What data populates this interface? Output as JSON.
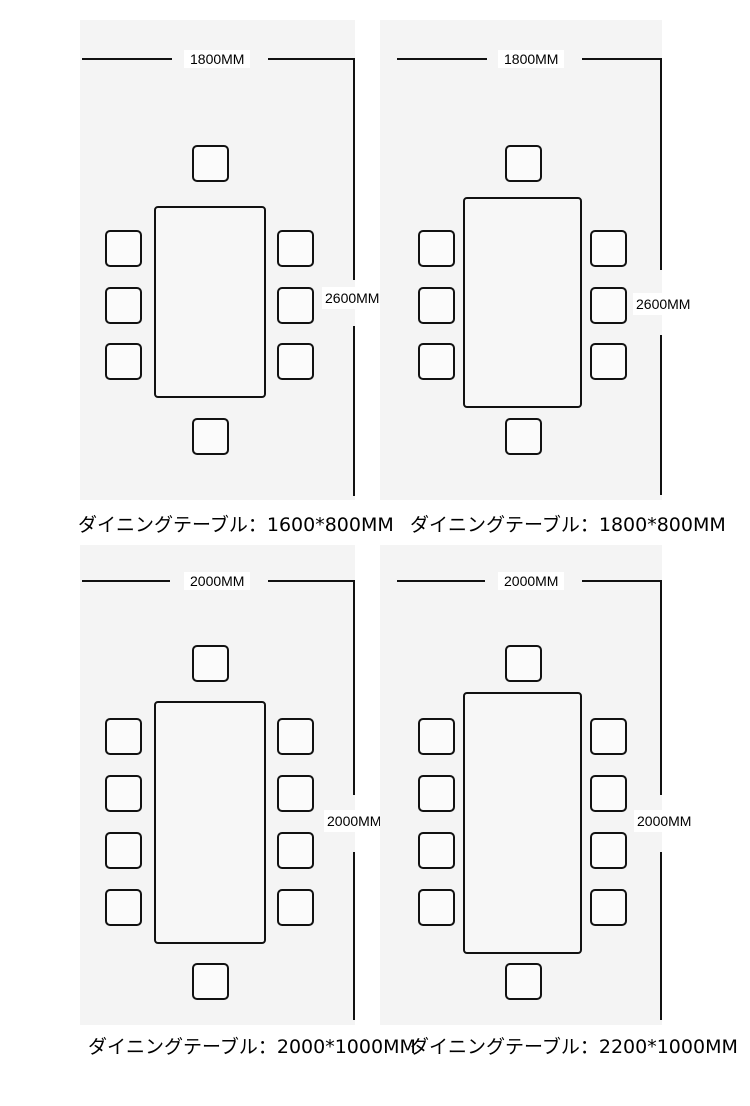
{
  "layouts": [
    {
      "width_label": "1800MM",
      "depth_label": "2600MM",
      "caption": "ダイニングテーブル：1600*800MM"
    },
    {
      "width_label": "1800MM",
      "depth_label": "2600MM",
      "caption": "ダイニングテーブル：1800*800MM"
    },
    {
      "width_label": "2000MM",
      "depth_label": "2000MM",
      "caption": "ダイニングテーブル：2000*1000MM"
    },
    {
      "width_label": "2000MM",
      "depth_label": "2000MM",
      "caption": "ダイニングテーブル：2200*1000MM"
    }
  ]
}
